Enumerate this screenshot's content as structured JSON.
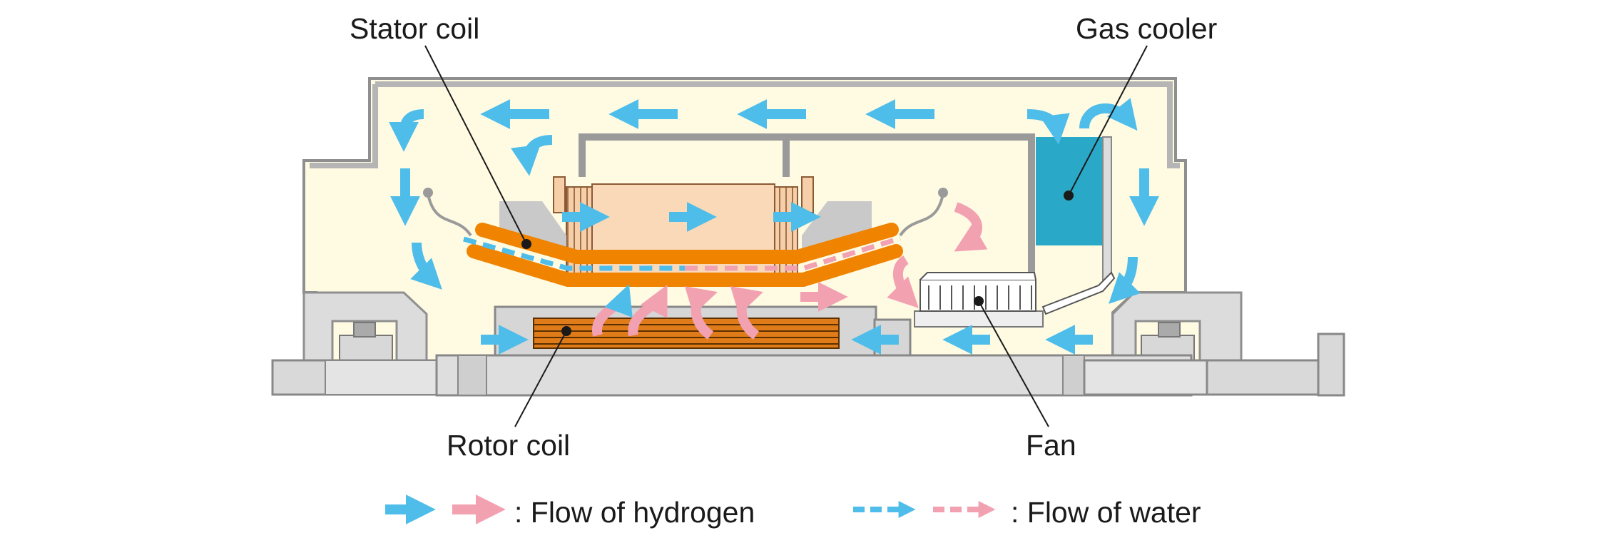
{
  "labels": {
    "stator_coil": "Stator coil",
    "gas_cooler": "Gas cooler",
    "rotor_coil": "Rotor coil",
    "fan": "Fan"
  },
  "legend": {
    "hydrogen": ": Flow of hydrogen",
    "water": ": Flow of water"
  },
  "colors": {
    "blue_flow": "#4fbde9",
    "pink_flow": "#f2a1b1",
    "orange_coil": "#f08300",
    "casing_gray": "#9e9e9e",
    "interior_fill": "#fffbe3",
    "stator_core": "#f9d9b8",
    "gas_cooler": "#2aa8c8"
  },
  "icons": [
    "arrow-blue-icon",
    "arrow-pink-icon",
    "dashed-arrow-blue-icon",
    "dashed-arrow-pink-icon"
  ]
}
